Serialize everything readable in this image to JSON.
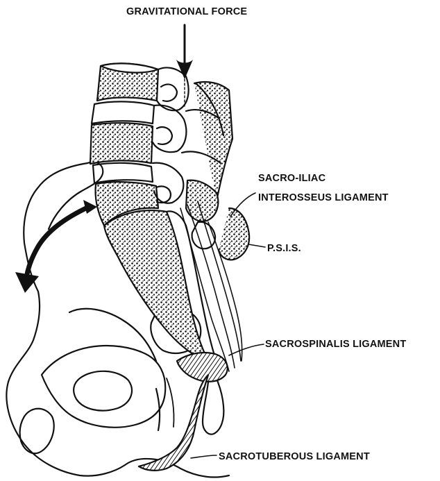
{
  "labels": {
    "gravitational_force": "GRAVITATIONAL FORCE",
    "sacroiliac_line1": "SACRO-ILIAC",
    "sacroiliac_line2": "INTEROSSEUS LIGAMENT",
    "psis": "P.S.I.S.",
    "sacrospinalis": "SACROSPINALIS LIGAMENT",
    "sacrotuberous": "SACROTUBEROUS LIGAMENT"
  },
  "colors": {
    "ink": "#111111",
    "background": "#ffffff"
  }
}
